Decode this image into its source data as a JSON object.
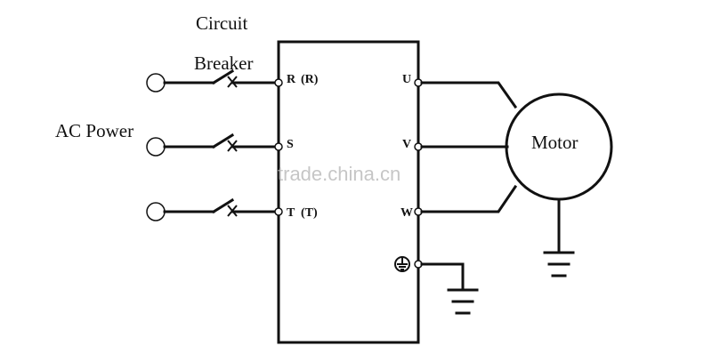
{
  "labels": {
    "breaker_line1": "Circuit",
    "breaker_line2": "Breaker",
    "ac_power": "AC Power",
    "motor": "Motor"
  },
  "input_terminals": [
    {
      "name": "R",
      "alt": "(R)"
    },
    {
      "name": "S",
      "alt": ""
    },
    {
      "name": "T",
      "alt": "(T)"
    }
  ],
  "output_terminals": [
    "U",
    "V",
    "W"
  ],
  "watermark": "trade.china.cn"
}
